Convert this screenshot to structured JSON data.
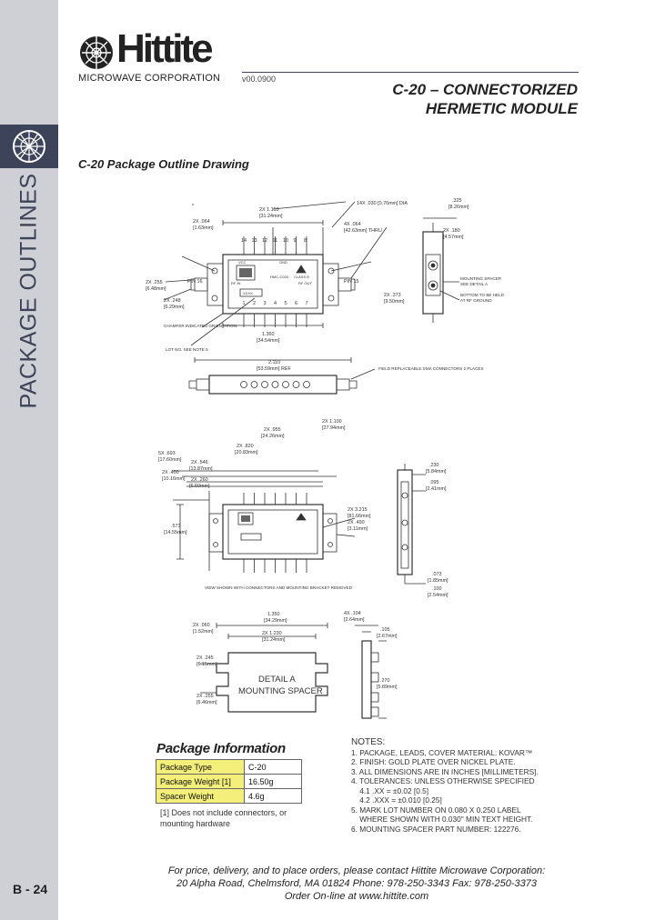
{
  "header": {
    "logo_word": "Hittite",
    "logo_sub": "MICROWAVE CORPORATION",
    "version": "v00.0900",
    "title_line1": "C-20 – CONNECTORIZED",
    "title_line2": "HERMETIC MODULE"
  },
  "sidebar": {
    "section_label": "PACKAGE OUTLINES",
    "page_number": "B - 24"
  },
  "section_heading": "C-20 Package Outline Drawing",
  "drawing": {
    "top_view": {
      "dim_14x": "14X .030 [0.76mm] DIA",
      "dim_2x_1153": "2X 1.153",
      "dim_2x_1153_mm": "[31.24mm]",
      "dim_4x_064": "4X .064",
      "dim_4x_064_mm": "[42.63mm] THRU",
      "dim_2x_064": "2X .064",
      "dim_2x_064_mm": "[1.63mm]",
      "dim_2x_255": "2X .255",
      "dim_2x_255_mm": "[6.48mm]",
      "dim_2x_248": "2X .248",
      "dim_2x_248_mm": "[6.29mm]",
      "dim_1360": "1.360",
      "dim_1360_mm": "[34.54mm]",
      "dim_2x_373": "2X .373",
      "dim_2x_373_mm": "[9.50mm]",
      "dim_2110": "2.110",
      "dim_2110_mm": "[53.59mm] REF",
      "pin_top": [
        "14",
        "13",
        "12",
        "11",
        "10",
        "9",
        "8"
      ],
      "pin_bottom": [
        "1",
        "2",
        "3",
        "4",
        "5",
        "6",
        "7"
      ],
      "pin_left": "PIN 16",
      "pin_right": "PIN 15",
      "chamfer_note": "CHAMFER INDICATES ORIENTATION",
      "lot_note": "LOT NO. SEE NOTE 5",
      "field_note": "FIELD REPLACEABLE SMA CONNECTORS 2 PLACES",
      "label_vcc": "VCC",
      "label_gnd": "GND",
      "label_rfin": "RF IN",
      "label_rfout": "RF OUT",
      "label_class": "CLASS B",
      "label_part": "HMC-C020",
      "label_lot": "XXXX"
    },
    "side_view": {
      "dim_325": ".325",
      "dim_325_mm": "[8.26mm]",
      "dim_2x_180": "2X .180",
      "dim_2x_180_mm": "[4.57mm]",
      "spacer_note": "MOUNTING SPACER",
      "spacer_note2": "SEE DETAIL A",
      "bottom_note": "BOTTOM TO BE HELD",
      "bottom_note2": "AT RF GROUND"
    },
    "middle_view": {
      "dim_2x_1100": "2X 1.100",
      "dim_2x_1100_mm": "[27.94mm]",
      "dim_2x_955": "2X .955",
      "dim_2x_955_mm": "[24.26mm]",
      "dim_2x_820": "2X .820",
      "dim_2x_820_mm": "[20.83mm]",
      "dim_5x_693": "5X .693",
      "dim_5x_693_mm": "[17.60mm]",
      "dim_2x_546": "2X .546",
      "dim_2x_546_mm": "[13.87mm]",
      "dim_2x_400": "2X .400",
      "dim_2x_400_mm": "[10.16mm]",
      "dim_2x_260": "2X .260",
      "dim_2x_260_mm": "[6.60mm]",
      "dim_573": ".573",
      "dim_573_mm": "[14.55mm]",
      "dim_2x_3215": "2X 3.215",
      "dim_2x_3215_mm": "[81.66mm]",
      "dim_2x_490": "2X .490",
      "dim_2x_490_mm": "[3.11mm]",
      "view_note": "VIEW SHOWN WITH CONNECTORS AND MOUNTING BRACKET REMOVED"
    },
    "right_view": {
      "dim_230": ".230",
      "dim_230_mm": "[5.84mm]",
      "dim_095": ".095",
      "dim_095_mm": "[2.41mm]",
      "dim_073": ".073",
      "dim_073_mm": "[1.85mm]",
      "dim_100": ".100",
      "dim_100_mm": "[2.54mm]"
    },
    "detail_a": {
      "label": "DETAIL A",
      "label2": "MOUNTING SPACER",
      "dim_1350": "1.350",
      "dim_1350_mm": "[34.29mm]",
      "dim_2x_060": "2X .060",
      "dim_2x_060_mm": "[1.52mm]",
      "dim_2x_1230": "2X 1.230",
      "dim_2x_1230_mm": "[31.24mm]",
      "dim_2x_245": "2X .245",
      "dim_2x_245_mm": "[6.15mm]",
      "dim_2x_255": "2X .255",
      "dim_2x_255_mm": "[6.46mm]",
      "dim_4x_104": "4X .104",
      "dim_4x_104_mm": "[2.64mm]",
      "dim_105": ".105",
      "dim_105_mm": "[2.67mm]",
      "dim_270": ".270",
      "dim_270_mm": "[5.89mm]"
    }
  },
  "package_info": {
    "title": "Package Information",
    "rows": [
      {
        "key": "Package Type",
        "value": "C-20"
      },
      {
        "key": "Package Weight [1]",
        "value": "16.50g"
      },
      {
        "key": "Spacer Weight",
        "value": "4.6g"
      }
    ],
    "footnote": "[1] Does not include connectors, or mounting hardware"
  },
  "notes": {
    "title": "NOTES:",
    "items": [
      "1. PACKAGE, LEADS, COVER MATERIAL: KOVAR™",
      "2. FINISH: GOLD PLATE OVER NICKEL PLATE.",
      "3. ALL DIMENSIONS ARE IN INCHES [MILLIMETERS].",
      "4. TOLERANCES: UNLESS OTHERWISE SPECIFIED",
      "    4.1 .XX = ±0.02 [0.5]",
      "    4.2 .XXX = ±0.010 [0.25]",
      "5. MARK LOT NUMBER ON 0.080 X 0.250 LABEL",
      "    WHERE SHOWN WITH 0.030\" MIN TEXT HEIGHT.",
      "6. MOUNTING SPACER PART NUMBER: 122276."
    ]
  },
  "footer": {
    "line1": "For price, delivery, and to place orders, please contact Hittite Microwave Corporation:",
    "line2": "20 Alpha Road, Chelmsford, MA 01824 Phone: 978-250-3343  Fax: 978-250-3373",
    "line3": "Order On-line at www.hittite.com"
  }
}
